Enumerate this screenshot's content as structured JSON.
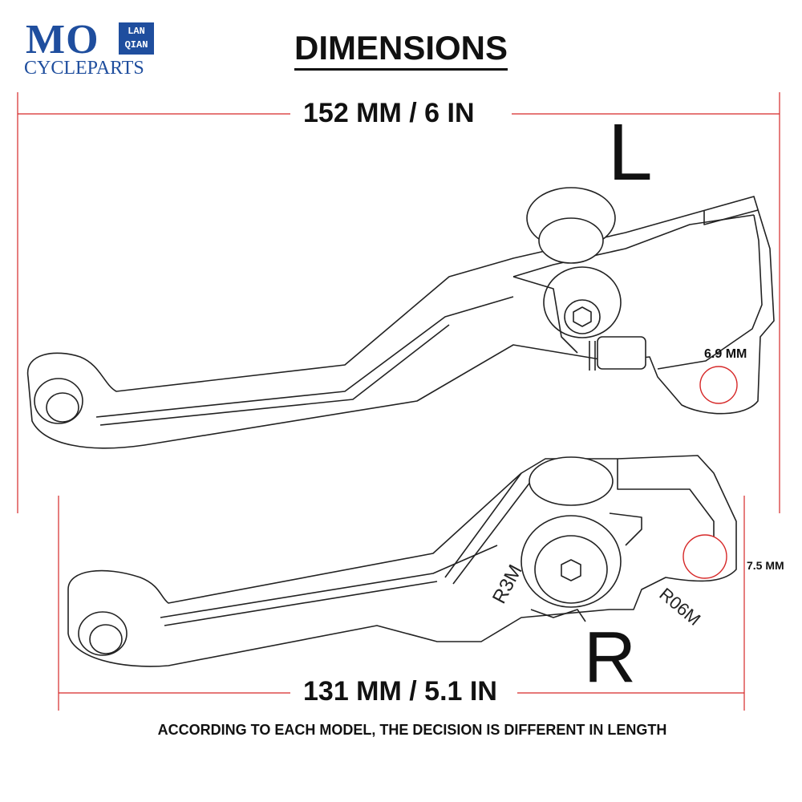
{
  "logo": {
    "mark": "MO",
    "sub_top": "LAN",
    "sub_bottom": "QIAN",
    "tagline": "CYCLEPARTS",
    "color": "#1f4e9e"
  },
  "title": "DIMENSIONS",
  "dimensions": {
    "top_length": "152 MM / 6 IN",
    "bottom_length": "131 MM / 5.1 IN",
    "left_hole": "6.9 MM",
    "right_hole": "7.5 MM"
  },
  "levers": {
    "left_letter": "L",
    "right_letter": "R",
    "right_engraving_1": "R3M",
    "right_engraving_2": "R06M"
  },
  "note": "ACCORDING TO EACH MODEL, THE DECISION IS DIFFERENT IN LENGTH",
  "colors": {
    "dimension_line": "#d62828",
    "hole_marker": "#d62828",
    "outline": "#222222"
  }
}
